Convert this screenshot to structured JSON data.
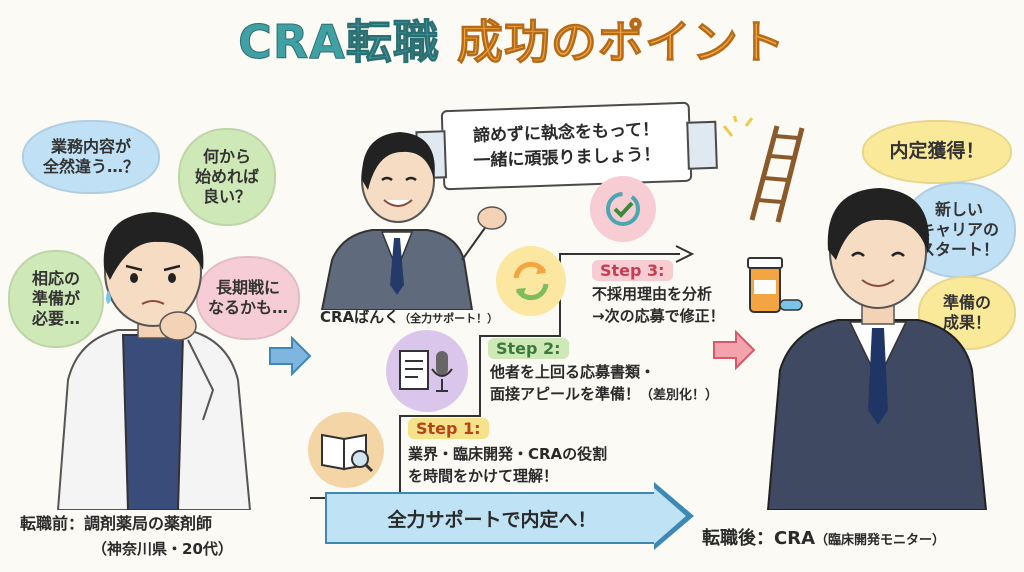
{
  "title": {
    "part1": "CRA転職",
    "part2": "成功のポイント"
  },
  "banner": {
    "line1": "諦めずに執念をもって！",
    "line2": "一緒に頑張りましょう！"
  },
  "left_bubbles": [
    {
      "lines": [
        "業務内容が",
        "全然違う…？"
      ]
    },
    {
      "lines": [
        "何から",
        "始めれば",
        "良い？"
      ]
    },
    {
      "lines": [
        "相応の",
        "準備が",
        "必要…"
      ]
    },
    {
      "lines": [
        "長期戦に",
        "なるかも…"
      ]
    }
  ],
  "right_bubbles": [
    {
      "lines": [
        "内定獲得！"
      ]
    },
    {
      "lines": [
        "新しい",
        "キャリアの",
        "スタート！"
      ]
    },
    {
      "lines": [
        "準備の",
        "成果！"
      ]
    }
  ],
  "before": {
    "label": "転職前：調剤薬局の薬剤師",
    "sub": "（神奈川県・20代）"
  },
  "advisor": {
    "label": "CRAばんく",
    "sub": "（全力サポート！）"
  },
  "after": {
    "label": "転職後：CRA",
    "sub": "（臨床開発モニター）"
  },
  "steps": [
    {
      "label": "Step 1:",
      "line1": "業界・臨床開発・CRAの役割",
      "line2": "を時間をかけて理解！"
    },
    {
      "label": "Step 2:",
      "line1": "他者を上回る応募書類・",
      "line2": "面接アピールを準備！",
      "note": "（差別化！）"
    },
    {
      "label": "Step 3:",
      "line1": "不採用理由を分析",
      "line2": "→次の応募で修正！"
    }
  ],
  "bottom_arrow": "全力サポートで内定へ！",
  "icons": [
    "book-magnifier-icon",
    "document-microphone-icon",
    "refresh-arrows-icon",
    "check-cycle-icon",
    "ladder-icon",
    "medicine-bottle-icon"
  ],
  "colors": {
    "teal": "#3fa1a4",
    "orange": "#f2a541",
    "blue": "#3d88b4"
  }
}
